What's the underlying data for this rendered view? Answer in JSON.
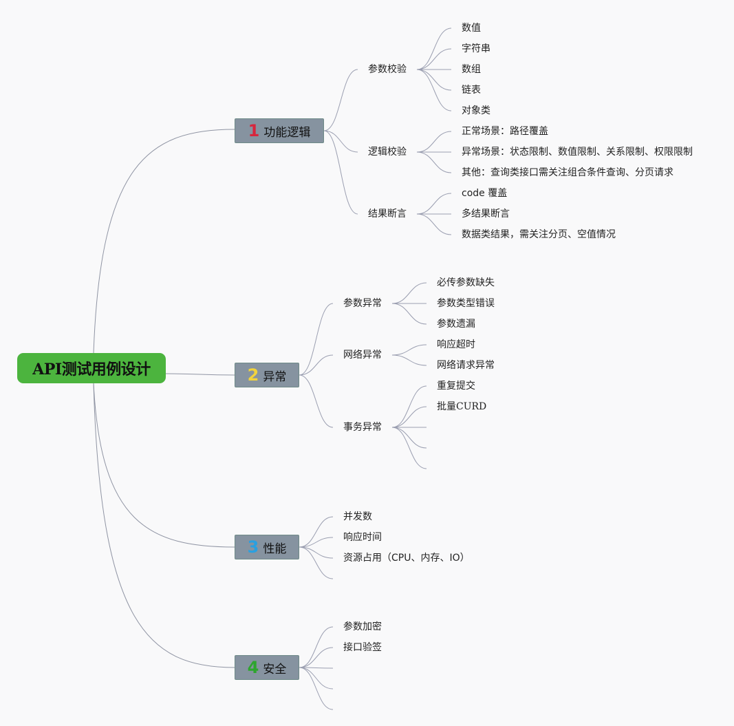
{
  "root": {
    "label": "API测试用例设计",
    "color": "#4cb43e"
  },
  "branches": [
    {
      "number": "1",
      "number_color": "#d7263d",
      "label": "功能逻辑",
      "children": [
        {
          "label": "参数校验",
          "children": [
            "数值",
            "字符串",
            "数组",
            "链表",
            "对象类"
          ]
        },
        {
          "label": "逻辑校验",
          "children": [
            "正常场景：路径覆盖",
            "异常场景：状态限制、数值限制、关系限制、权限限制",
            "其他：查询类接口需关注组合条件查询、分页请求"
          ]
        },
        {
          "label": "结果断言",
          "children": [
            "code 覆盖",
            "多结果断言",
            "数据类结果，需关注分页、空值情况"
          ]
        }
      ]
    },
    {
      "number": "2",
      "number_color": "#f2d33c",
      "label": "异常",
      "children": [
        {
          "label": "参数异常",
          "children": [
            "必传参数缺失",
            "参数类型错误",
            "参数遗漏"
          ]
        },
        {
          "label": "网络异常",
          "children": [
            "响应超时",
            "网络请求异常"
          ]
        },
        {
          "label": "事务异常",
          "children": [
            "重复提交",
            "批量CURD",
            "",
            "",
            ""
          ]
        }
      ]
    },
    {
      "number": "3",
      "number_color": "#2aa0e0",
      "label": "性能",
      "children": [
        "并发数",
        "响应时间",
        "资源占用（CPU、内存、IO）",
        ""
      ]
    },
    {
      "number": "4",
      "number_color": "#2ea52e",
      "label": "安全",
      "children": [
        "参数加密",
        "接口验签",
        "",
        "",
        ""
      ]
    }
  ]
}
